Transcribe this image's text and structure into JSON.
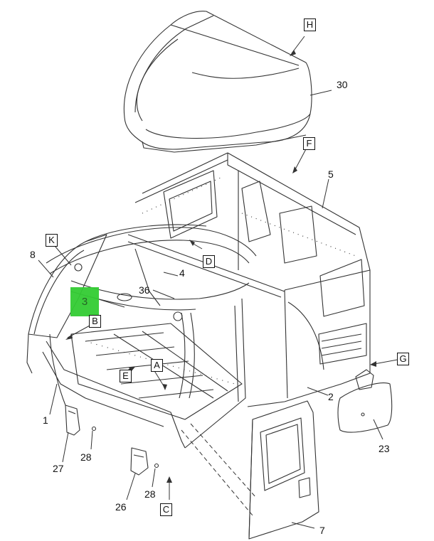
{
  "view_labels": {
    "H": "H",
    "F": "F",
    "K": "K",
    "B": "B",
    "D": "D",
    "E": "E",
    "A": "A",
    "C": "C",
    "G": "G"
  },
  "part_numbers": {
    "p30": "30",
    "p5": "5",
    "p8": "8",
    "p4": "4",
    "p3": "3",
    "p36": "36",
    "p2": "2",
    "p1": "1",
    "p28a": "28",
    "p27": "27",
    "p28b": "28",
    "p26": "26",
    "p23": "23",
    "p7": "7"
  },
  "colors": {
    "line": "#333333",
    "highlight": "#33cc33"
  }
}
